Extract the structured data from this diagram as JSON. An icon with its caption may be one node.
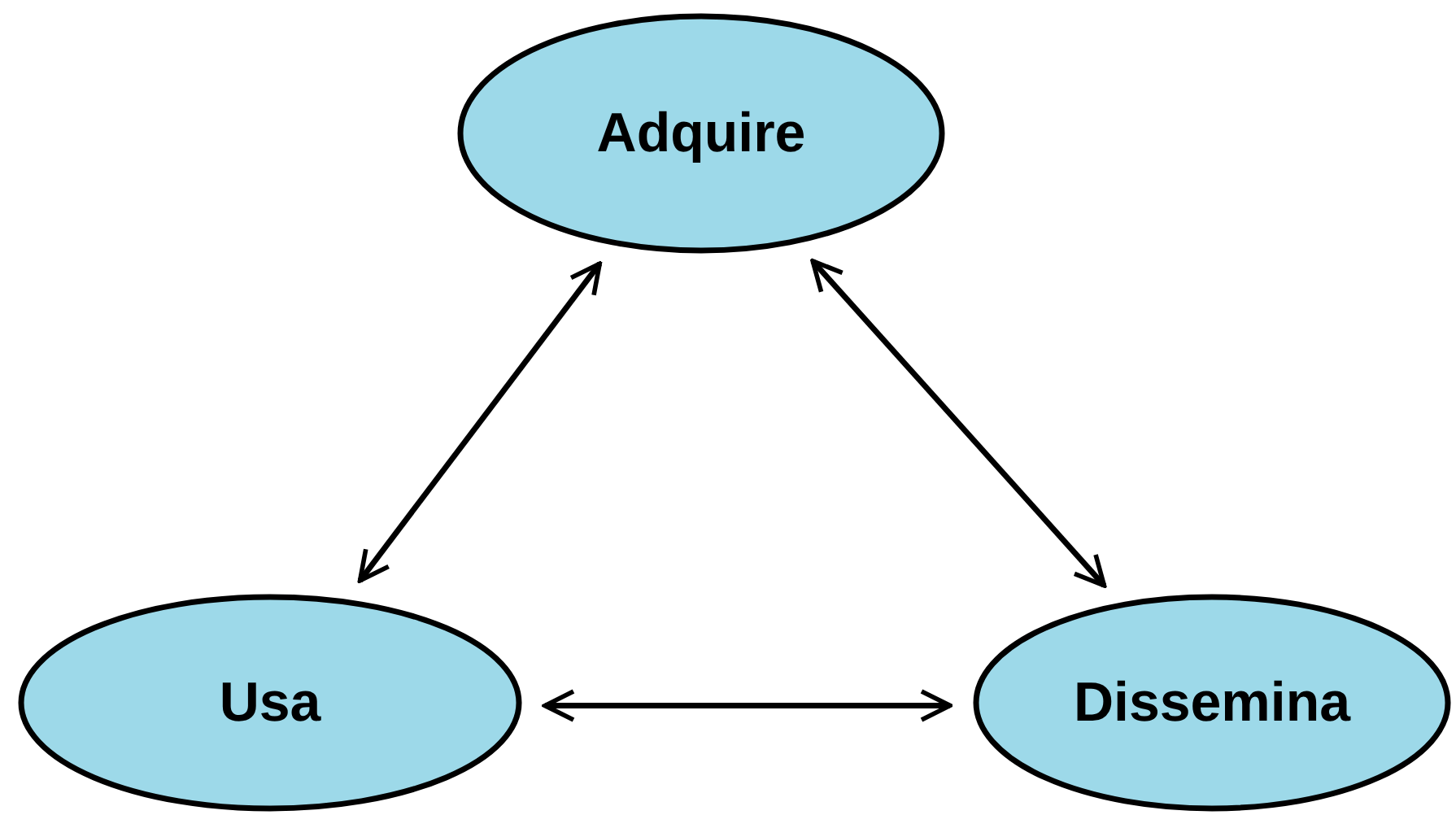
{
  "diagram": {
    "nodes": [
      {
        "text": [
          "Adquire"
        ]
      },
      {
        "text": [
          "Usa"
        ]
      },
      {
        "text": [
          "Dissemina"
        ]
      }
    ],
    "edges": [
      {
        "from": 0,
        "to": 1,
        "arrow": "both"
      },
      {
        "from": 0,
        "to": 2,
        "arrow": "both"
      },
      {
        "from": 1,
        "to": 2,
        "arrow": "both"
      }
    ]
  }
}
